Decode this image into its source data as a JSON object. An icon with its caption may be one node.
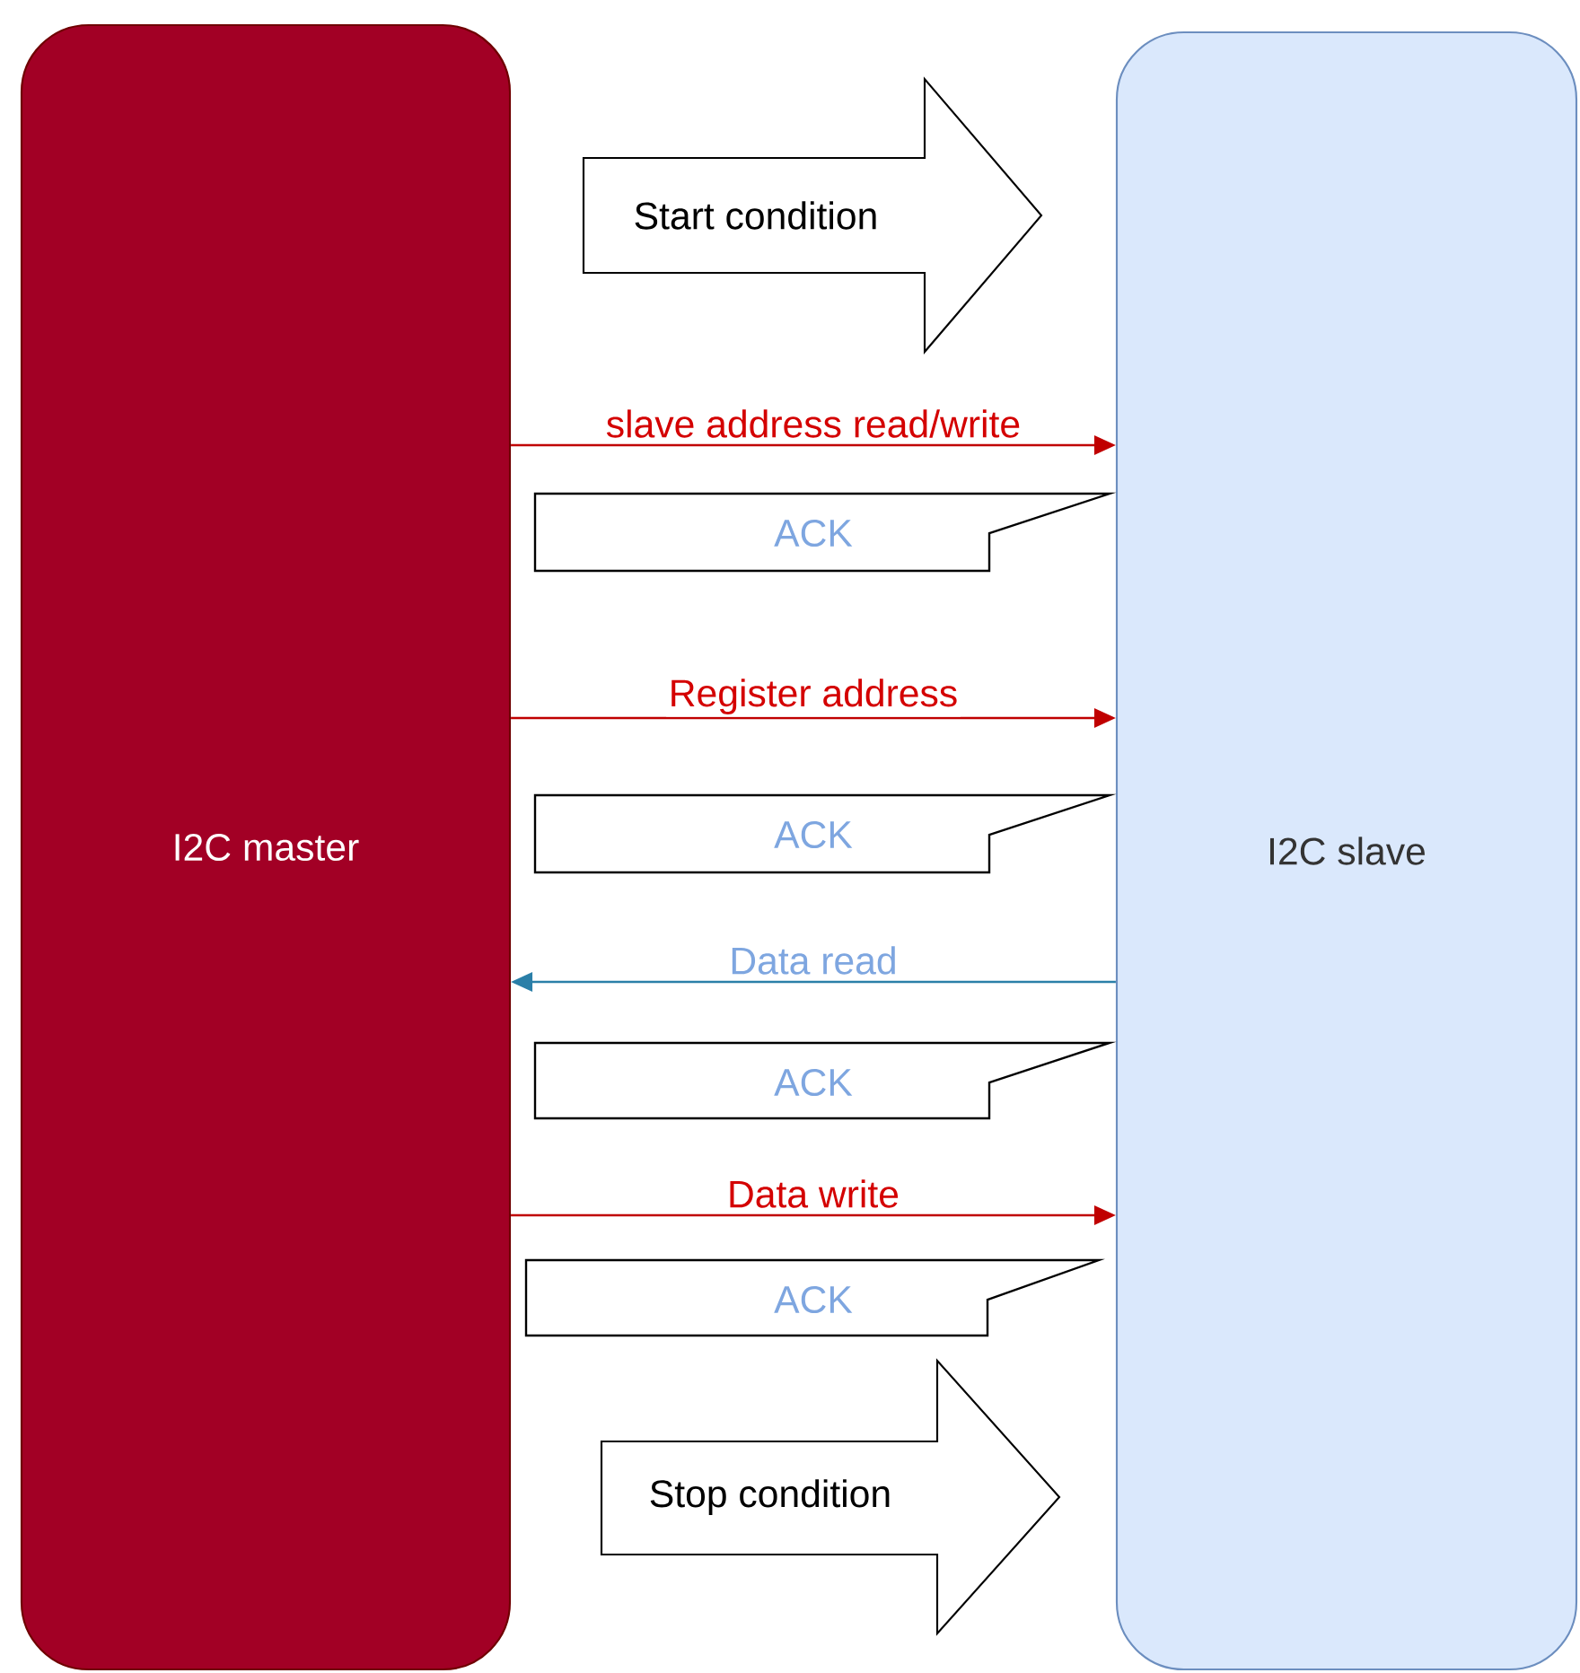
{
  "diagram": {
    "nodes": [
      {
        "text": [
          "I2C master"
        ]
      },
      {
        "text": [
          "I2C slave"
        ]
      },
      {
        "text": [
          "Start condition"
        ]
      },
      {
        "text": [
          "ACK"
        ]
      },
      {
        "text": [
          "ACK"
        ]
      },
      {
        "text": [
          "ACK"
        ]
      },
      {
        "text": [
          "ACK"
        ]
      },
      {
        "text": [
          "Stop condition"
        ]
      }
    ],
    "edges": [
      {
        "from": 0,
        "to": 1,
        "arrow": "to",
        "label": "slave address read/write"
      },
      {
        "from": 0,
        "to": 1,
        "arrow": "to",
        "label": "Register address"
      },
      {
        "from": 1,
        "to": 0,
        "arrow": "to",
        "label": "Data read",
        "color": "#2b7fa8"
      },
      {
        "from": 0,
        "to": 1,
        "arrow": "to",
        "label": "Data write"
      }
    ]
  }
}
